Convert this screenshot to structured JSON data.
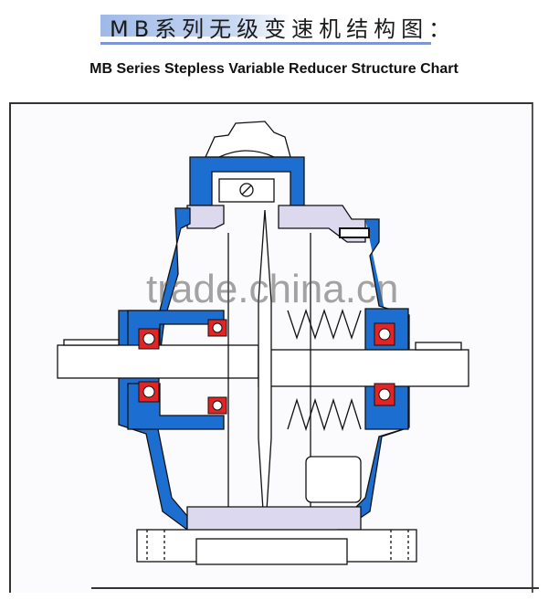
{
  "header": {
    "title_cn": "MB系列无级变速机结构图：",
    "title_en": "MB Series Stepless Variable Reducer Structure Chart"
  },
  "diagram": {
    "type": "mechanical-cross-section",
    "subject": "MB stepless variable speed reducer",
    "components": [
      "housing",
      "input-shaft",
      "output-shaft",
      "ball-bearings",
      "friction-disc",
      "pressure-springs",
      "cam-plate",
      "adjusting-handwheel",
      "base-flange",
      "bolts"
    ],
    "colors": {
      "housing": "#1c6fd0",
      "bearing": "#e42424",
      "cover": "#dcd8ee",
      "line": "#111111",
      "rule": "#7d97d6"
    }
  },
  "watermark": "trade.china.cn"
}
